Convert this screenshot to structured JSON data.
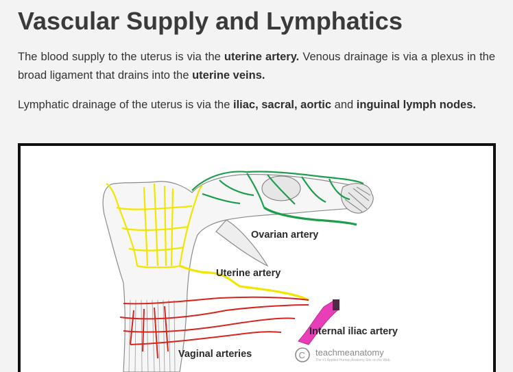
{
  "heading": "Vascular Supply and Lymphatics",
  "paragraph1": {
    "t1": "The blood supply to the uterus is via the ",
    "b1": "uterine artery.",
    "t2": " Venous drainage is via a plexus in the broad ligament that drains into the ",
    "b2": "uterine veins."
  },
  "paragraph2": {
    "t1": "Lymphatic drainage of the uterus is via the ",
    "b1": "iliac, sacral, aortic",
    "t2": " and ",
    "b2": "inguinal lymph nodes."
  },
  "figure": {
    "labels": {
      "ovarian": "Ovarian artery",
      "uterine": "Uterine artery",
      "internal_iliac": "Internal iliac artery",
      "vaginal": "Vaginal arteries"
    },
    "watermark": "teachmeanatomy",
    "watermark_symbol": "C",
    "watermark_tagline": "The #1 Applied Human Anatomy Site on the Web.",
    "colors": {
      "ovarian_artery": "#1a9e4a",
      "uterine_artery": "#f2e600",
      "vaginal_arteries": "#d8231f",
      "internal_iliac": "#e83fb8",
      "tissue": "#8a8a8a"
    }
  }
}
